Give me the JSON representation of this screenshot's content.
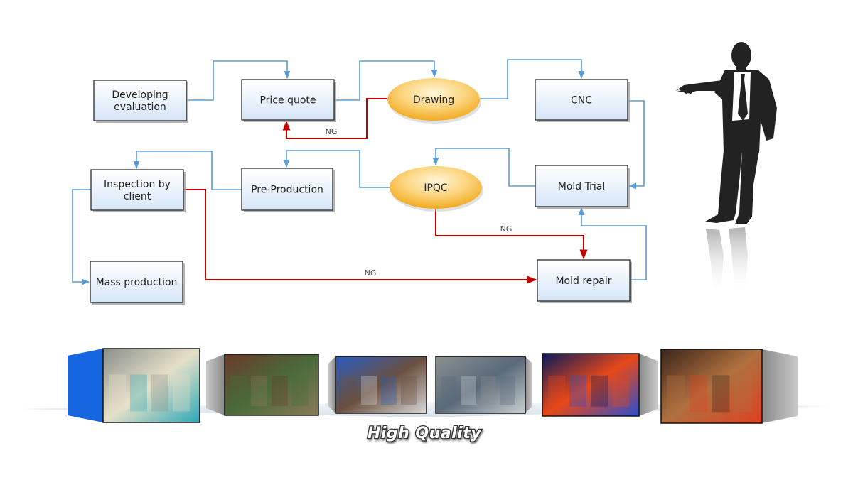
{
  "diagram": {
    "title": "Mold manufacturing process flow",
    "colors": {
      "flow_line": "#5b9bd5",
      "ng_line": "#c00000",
      "box_fill_top": "#ffffff",
      "box_fill_bottom": "#d6e6f7",
      "box_border": "#1a1a1a",
      "ellipse_light": "#fff3d0",
      "ellipse_dark": "#f5b22a"
    },
    "nodes": [
      {
        "id": "developing",
        "shape": "rect",
        "lines": [
          "Developing",
          "evaluation"
        ]
      },
      {
        "id": "price_quote",
        "shape": "rect",
        "lines": [
          "Price quote"
        ]
      },
      {
        "id": "drawing",
        "shape": "ellipse",
        "lines": [
          "Drawing"
        ]
      },
      {
        "id": "cnc",
        "shape": "rect",
        "lines": [
          "CNC"
        ]
      },
      {
        "id": "inspection",
        "shape": "rect",
        "lines": [
          "Inspection by",
          "client"
        ]
      },
      {
        "id": "pre_production",
        "shape": "rect",
        "lines": [
          "Pre-Production"
        ]
      },
      {
        "id": "ipqc",
        "shape": "ellipse",
        "lines": [
          "IPQC"
        ]
      },
      {
        "id": "mold_trial",
        "shape": "rect",
        "lines": [
          "Mold Trial"
        ]
      },
      {
        "id": "mass_production",
        "shape": "rect",
        "lines": [
          "Mass production"
        ]
      },
      {
        "id": "mold_repair",
        "shape": "rect",
        "lines": [
          "Mold repair"
        ]
      }
    ],
    "edges": [
      {
        "from": "developing",
        "to": "price_quote",
        "type": "flow",
        "label": ""
      },
      {
        "from": "price_quote",
        "to": "drawing",
        "type": "flow",
        "label": ""
      },
      {
        "from": "drawing",
        "to": "price_quote",
        "type": "ng",
        "label": "NG"
      },
      {
        "from": "drawing",
        "to": "cnc",
        "type": "flow",
        "label": ""
      },
      {
        "from": "cnc",
        "to": "mold_trial",
        "type": "flow",
        "label": ""
      },
      {
        "from": "mold_trial",
        "to": "ipqc",
        "type": "flow",
        "label": ""
      },
      {
        "from": "ipqc",
        "to": "pre_production",
        "type": "flow",
        "label": ""
      },
      {
        "from": "ipqc",
        "to": "mold_repair",
        "type": "ng",
        "label": "NG"
      },
      {
        "from": "pre_production",
        "to": "inspection",
        "type": "flow",
        "label": ""
      },
      {
        "from": "inspection",
        "to": "mass_production",
        "type": "flow",
        "label": ""
      },
      {
        "from": "inspection",
        "to": "mold_repair",
        "type": "ng",
        "label": "NG"
      },
      {
        "from": "mold_repair",
        "to": "mold_trial",
        "type": "flow",
        "label": ""
      }
    ]
  },
  "presenter": {
    "icon": "businessman-silhouette-icon"
  },
  "gallery": {
    "caption": "High Quality",
    "photos": [
      {
        "id": "factory-floor",
        "subject": "CNC machines on factory floor",
        "side_color": "#1566e0",
        "colors": [
          "#8a8f8a",
          "#e6e0c8",
          "#2aa8b8"
        ]
      },
      {
        "id": "machining-parts",
        "subject": "machined metal parts close-up",
        "side_color": "#9a9a9a",
        "colors": [
          "#6a3a2a",
          "#4a6a3a",
          "#8a7a5a"
        ]
      },
      {
        "id": "mold-storage",
        "subject": "blue storage racks with molds",
        "side_color": "#a0a0a0",
        "colors": [
          "#2a5cc0",
          "#6a5040",
          "#d8d8d8"
        ]
      },
      {
        "id": "edm-machine",
        "subject": "EDM machine in workshop",
        "side_color": "#a0a0a0",
        "colors": [
          "#8a9090",
          "#5a6a7a",
          "#c8d0d0"
        ]
      },
      {
        "id": "cad-model",
        "subject": "3D CAD mold model on screen",
        "side_color": "#9a9a9a",
        "colors": [
          "#0a1a5a",
          "#e84818",
          "#2850d0"
        ]
      },
      {
        "id": "cutting-sparks",
        "subject": "metal cutting with sparks",
        "side_color": "#9a9a9a",
        "colors": [
          "#3a2418",
          "#b07040",
          "#e04020"
        ]
      }
    ]
  }
}
